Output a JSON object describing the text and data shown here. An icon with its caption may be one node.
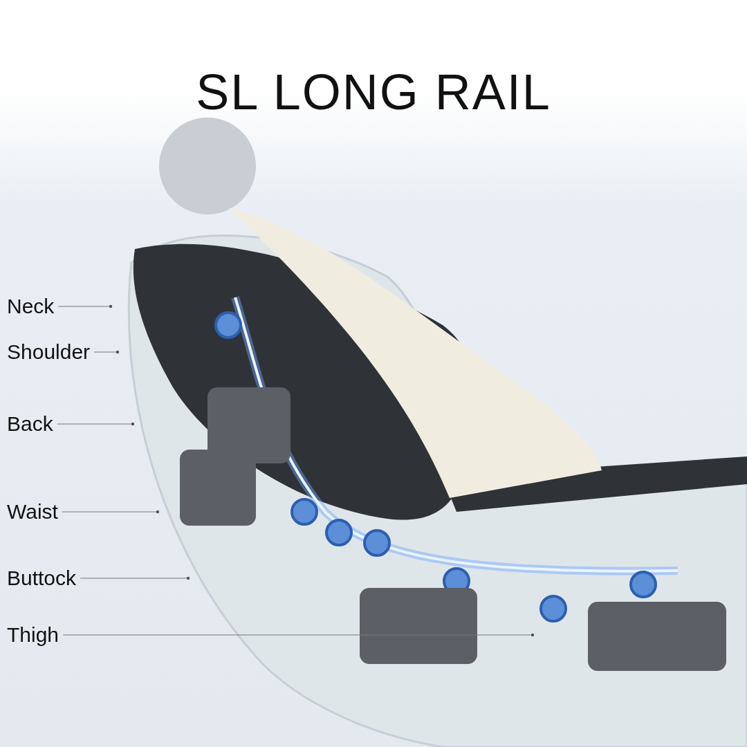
{
  "diagram": {
    "title": "SL LONG RAIL",
    "nodes": [
      {
        "text": [
          "Neck"
        ]
      },
      {
        "text": [
          "Shoulder"
        ]
      },
      {
        "text": [
          "Back"
        ]
      },
      {
        "text": [
          "Waist"
        ]
      },
      {
        "text": [
          "Buttock"
        ]
      },
      {
        "text": [
          "Thigh"
        ]
      }
    ],
    "edges": [
      {
        "from": 0,
        "to": null,
        "arrow": "other"
      },
      {
        "from": 1,
        "to": null,
        "arrow": "other"
      },
      {
        "from": 2,
        "to": null,
        "arrow": "other"
      },
      {
        "from": 3,
        "to": null,
        "arrow": "other"
      },
      {
        "from": 4,
        "to": null,
        "arrow": "other"
      },
      {
        "from": 5,
        "to": null,
        "arrow": "other"
      }
    ]
  }
}
